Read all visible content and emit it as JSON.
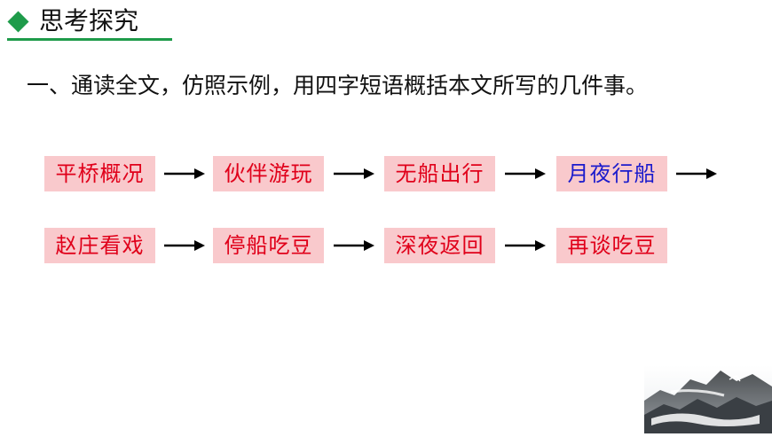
{
  "header": {
    "title": "思考探究",
    "accent_color": "#1e9b4a",
    "icon": "diamond-icon"
  },
  "question": {
    "text": "一、通读全文，仿照示例，用四字短语概括本文所写的几件事。"
  },
  "flow": {
    "rows": [
      {
        "items": [
          {
            "label": "平桥概况",
            "color": "#e0001a"
          },
          {
            "label": "伙伴游玩",
            "color": "#e0001a"
          },
          {
            "label": "无船出行",
            "color": "#e0001a"
          },
          {
            "label": "月夜行船",
            "color": "#1b1bcc"
          }
        ],
        "trailing_arrow": true
      },
      {
        "items": [
          {
            "label": "赵庄看戏",
            "color": "#e0001a"
          },
          {
            "label": "停船吃豆",
            "color": "#e0001a"
          },
          {
            "label": "深夜返回",
            "color": "#e0001a"
          },
          {
            "label": "再谈吃豆",
            "color": "#e0001a"
          }
        ],
        "trailing_arrow": false
      }
    ],
    "box_background": "#f9c9cc"
  },
  "decoration": {
    "image": "ink-landscape-image"
  }
}
